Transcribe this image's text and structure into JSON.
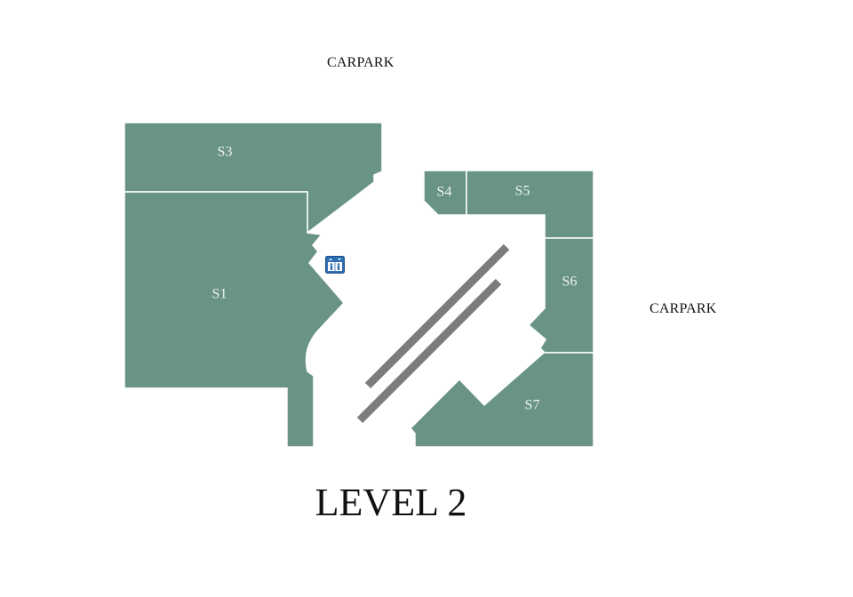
{
  "map": {
    "carpark_top_label": "CARPARK",
    "carpark_right_label": "CARPARK",
    "level_title": "LEVEL 2",
    "fill_color": "#699485",
    "units": [
      {
        "id": "S1",
        "label": "S1"
      },
      {
        "id": "S3",
        "label": "S3"
      },
      {
        "id": "S4",
        "label": "S4"
      },
      {
        "id": "S5",
        "label": "S5"
      },
      {
        "id": "S6",
        "label": "S6"
      },
      {
        "id": "S7",
        "label": "S7"
      }
    ],
    "icons": {
      "lift": "lift-icon",
      "escalator": "escalator-icon"
    }
  }
}
